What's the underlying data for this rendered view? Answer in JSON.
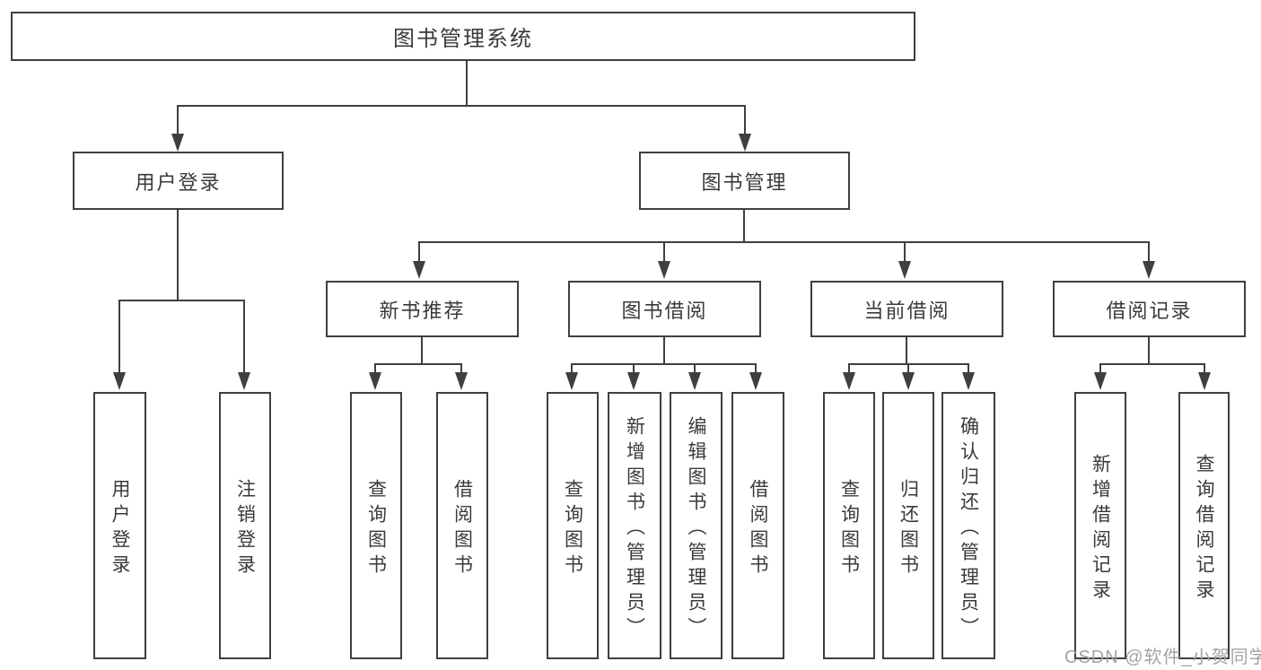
{
  "tree": {
    "root": "图书管理系统",
    "branches": [
      {
        "label": "用户登录",
        "children": [
          "用户登录",
          "注销登录"
        ]
      },
      {
        "label": "图书管理",
        "sections": [
          {
            "label": "新书推荐",
            "children": [
              "查询图书",
              "借阅图书"
            ]
          },
          {
            "label": "图书借阅",
            "children": [
              "查询图书",
              "新增图书（管理员）",
              "编辑图书（管理员）",
              "借阅图书"
            ]
          },
          {
            "label": "当前借阅",
            "children": [
              "查询图书",
              "归还图书",
              "确认归还（管理员）"
            ]
          },
          {
            "label": "借阅记录",
            "children": [
              "新增借阅记录",
              "查询借阅记录"
            ]
          }
        ]
      }
    ]
  },
  "colors": {
    "line": "#3f3f3f",
    "text": "#3a3a3a",
    "background": "#ffffff",
    "watermark": "#a3a3a3"
  },
  "watermark": {
    "text": "CSDN @软件_小贺同学"
  }
}
